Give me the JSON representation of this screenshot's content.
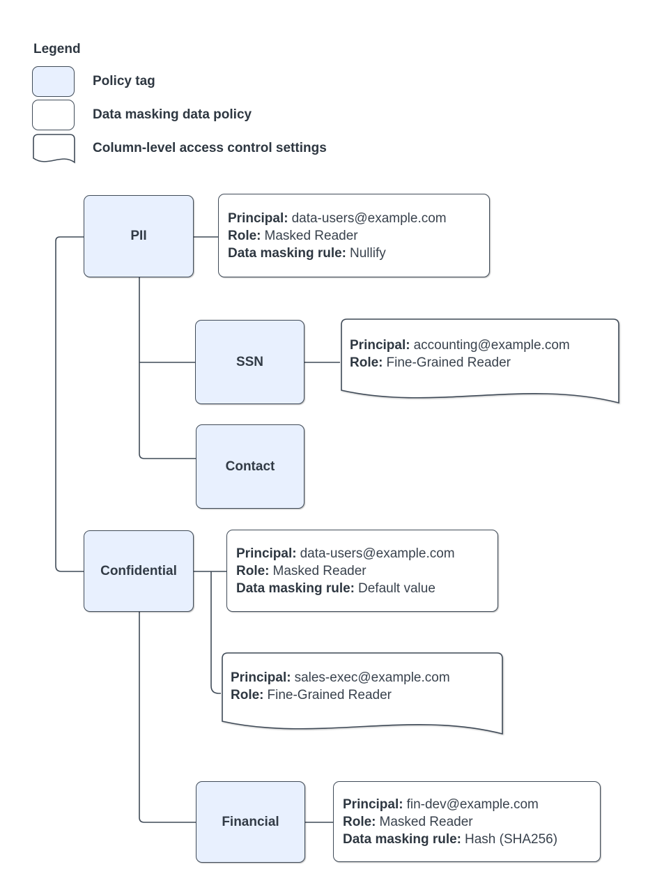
{
  "legend": {
    "title": "Legend",
    "items": [
      {
        "label": "Policy tag",
        "swatch": "policy-tag-swatch"
      },
      {
        "label": "Data masking data policy",
        "swatch": "data-policy-swatch"
      },
      {
        "label": "Column-level access control settings",
        "swatch": "document-swatch"
      }
    ]
  },
  "field_labels": {
    "principal": "Principal:",
    "role": "Role:",
    "rule": "Data masking rule:"
  },
  "policy_tags": {
    "pii": "PII",
    "ssn": "SSN",
    "contact": "Contact",
    "confidential": "Confidential",
    "financial": "Financial"
  },
  "data_policies": {
    "pii": {
      "principal": "data-users@example.com",
      "role": "Masked Reader",
      "rule": "Nullify"
    },
    "confidential": {
      "principal": "data-users@example.com",
      "role": "Masked Reader",
      "rule": "Default value"
    },
    "financial": {
      "principal": "fin-dev@example.com",
      "role": "Masked Reader",
      "rule": "Hash (SHA256)"
    }
  },
  "access_settings": {
    "ssn": {
      "principal": "accounting@example.com",
      "role": "Fine-Grained Reader"
    },
    "confidential": {
      "principal": "sales-exec@example.com",
      "role": "Fine-Grained Reader"
    }
  },
  "colors": {
    "policy_tag_fill": "#e8f0fe",
    "outline": "#3f4a57",
    "text": "#39424d",
    "bold_text": "#2e3741",
    "background": "#ffffff"
  }
}
